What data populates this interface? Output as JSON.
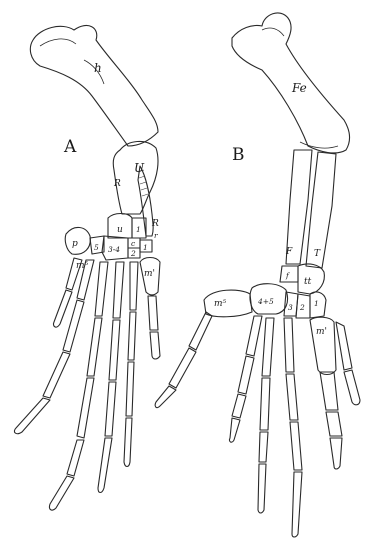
{
  "panels": {
    "A": {
      "panel_label": "A",
      "labels": {
        "h": "h",
        "U": "U",
        "R_upper": "R",
        "R_side": "R",
        "u": "u",
        "one": "1",
        "p": "p",
        "five": "5",
        "three_four": "3-4",
        "c": "c",
        "two": "2",
        "r": "r",
        "one_lower": "1",
        "m5": "m⁵",
        "m1": "m'"
      }
    },
    "B": {
      "panel_label": "B",
      "labels": {
        "fe": "Fe",
        "F": "F",
        "T": "T",
        "f": "f",
        "tt": "tt",
        "four_five": "4+5",
        "three": "3",
        "two": "2",
        "one": "1",
        "m5": "m⁵",
        "m1": "m'"
      }
    }
  }
}
